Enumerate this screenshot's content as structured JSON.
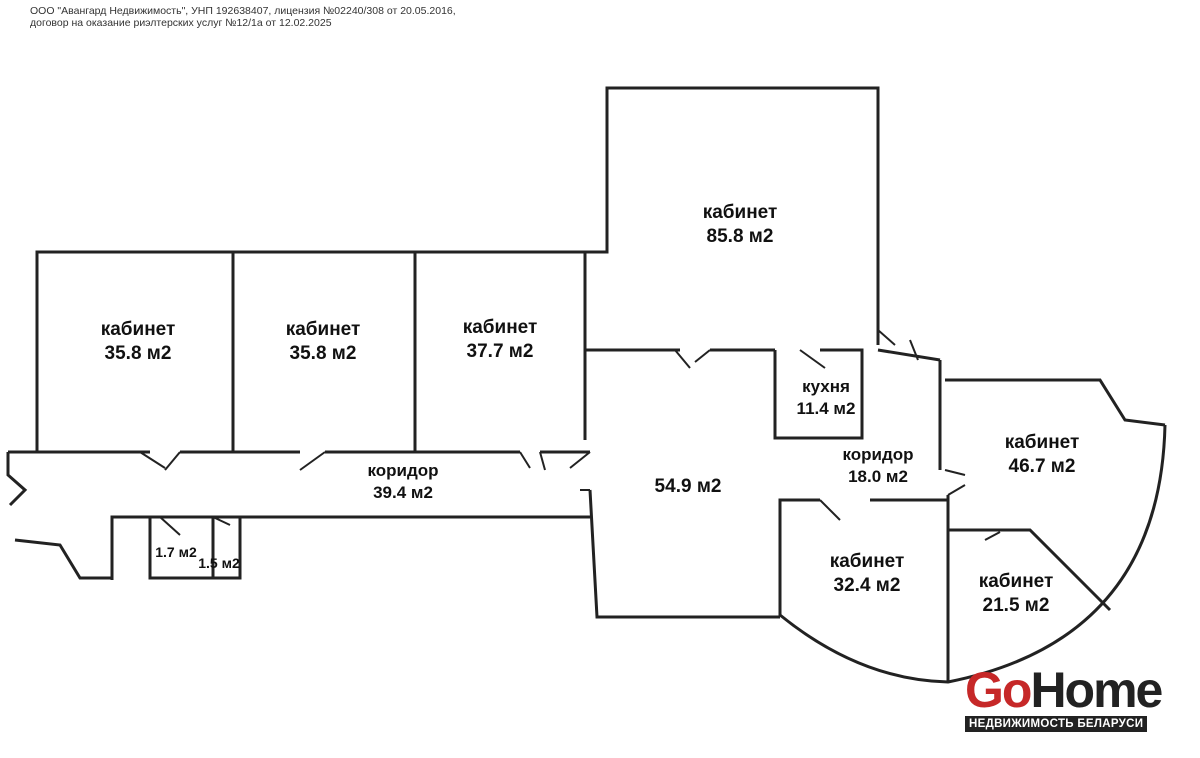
{
  "header": {
    "line1": "ООО \"Авангард Недвижимость\", УНП 192638407, лицензия №02240/308 от 20.05.2016,",
    "line2": "договор на оказание риэлтерских услуг №12/1а от 12.02.2025"
  },
  "rooms": [
    {
      "name": "кабинет",
      "area": "85.8 м2"
    },
    {
      "name": "кабинет",
      "area": "35.8 м2"
    },
    {
      "name": "кабинет",
      "area": "35.8 м2"
    },
    {
      "name": "кабинет",
      "area": "37.7 м2"
    },
    {
      "name": "кухня",
      "area": "11.4 м2"
    },
    {
      "name": "коридор",
      "area": "18.0 м2"
    },
    {
      "name": "кабинет",
      "area": "46.7 м2"
    },
    {
      "name": "коридор",
      "area": "39.4 м2"
    },
    {
      "name": "",
      "area": "54.9 м2"
    },
    {
      "name": "кабинет",
      "area": "32.4 м2"
    },
    {
      "name": "кабинет",
      "area": "21.5 м2"
    },
    {
      "name": "",
      "area": "1.7 м2"
    },
    {
      "name": "",
      "area": "1.5 м2"
    }
  ],
  "logo": {
    "go": "Go",
    "home": "Home",
    "tagline": "НЕДВИЖИМОСТЬ БЕЛАРУСИ"
  }
}
